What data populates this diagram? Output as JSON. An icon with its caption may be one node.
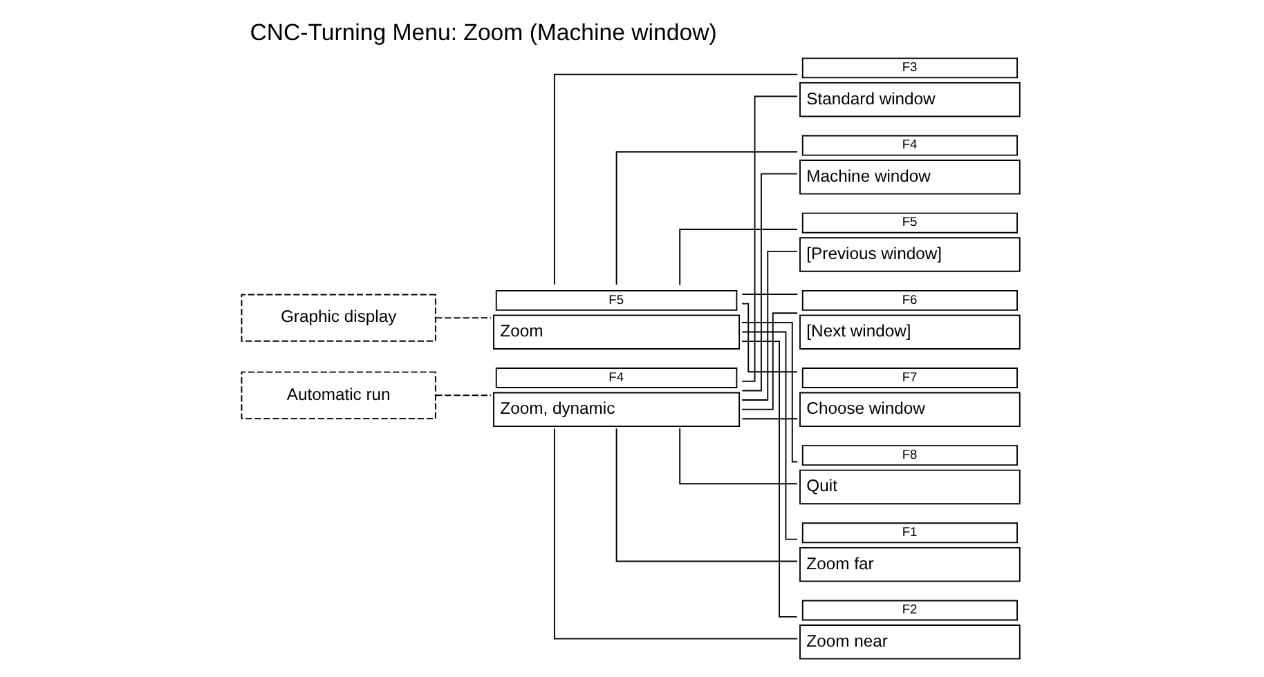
{
  "diagram": {
    "title": "CNC-Turning Menu: Zoom (Machine window)",
    "nodes": [
      {
        "text": [
          "Graphic display"
        ]
      },
      {
        "text": [
          "Automatic run"
        ]
      },
      {
        "text": [
          "Zoom"
        ],
        "beside": [
          "F5"
        ]
      },
      {
        "text": [
          "Zoom, dynamic"
        ],
        "beside": [
          "F4"
        ]
      },
      {
        "text": [
          "Zoom far"
        ],
        "beside": [
          "F1"
        ]
      },
      {
        "text": [
          "Zoom near"
        ],
        "beside": [
          "F2"
        ]
      },
      {
        "text": [
          "Standard window"
        ],
        "beside": [
          "F3"
        ]
      },
      {
        "text": [
          "Machine window"
        ],
        "beside": [
          "F4"
        ]
      },
      {
        "text": [
          "[Previous window]"
        ],
        "beside": [
          "F5"
        ]
      },
      {
        "text": [
          "[Next window]"
        ],
        "beside": [
          "F6"
        ]
      },
      {
        "text": [
          "Choose window"
        ],
        "beside": [
          "F7"
        ]
      },
      {
        "text": [
          "Quit"
        ],
        "beside": [
          "F8"
        ]
      }
    ],
    "edges": [
      {
        "from": 0,
        "to": 2,
        "arrow": "none",
        "style": "dashed"
      },
      {
        "from": 1,
        "to": 3,
        "arrow": "none",
        "style": "dashed"
      },
      {
        "from": 2,
        "to": 4,
        "arrow": "none"
      },
      {
        "from": 2,
        "to": 5,
        "arrow": "none"
      },
      {
        "from": 2,
        "to": 6,
        "arrow": "none"
      },
      {
        "from": 2,
        "to": 7,
        "arrow": "none"
      },
      {
        "from": 2,
        "to": 8,
        "arrow": "none"
      },
      {
        "from": 2,
        "to": 9,
        "arrow": "none"
      },
      {
        "from": 2,
        "to": 10,
        "arrow": "none"
      },
      {
        "from": 2,
        "to": 11,
        "arrow": "none"
      },
      {
        "from": 3,
        "to": 4,
        "arrow": "none"
      },
      {
        "from": 3,
        "to": 5,
        "arrow": "none"
      },
      {
        "from": 3,
        "to": 6,
        "arrow": "none"
      },
      {
        "from": 3,
        "to": 7,
        "arrow": "none"
      },
      {
        "from": 3,
        "to": 8,
        "arrow": "none"
      },
      {
        "from": 3,
        "to": 9,
        "arrow": "none"
      },
      {
        "from": 3,
        "to": 10,
        "arrow": "none"
      },
      {
        "from": 3,
        "to": 11,
        "arrow": "none"
      }
    ]
  }
}
